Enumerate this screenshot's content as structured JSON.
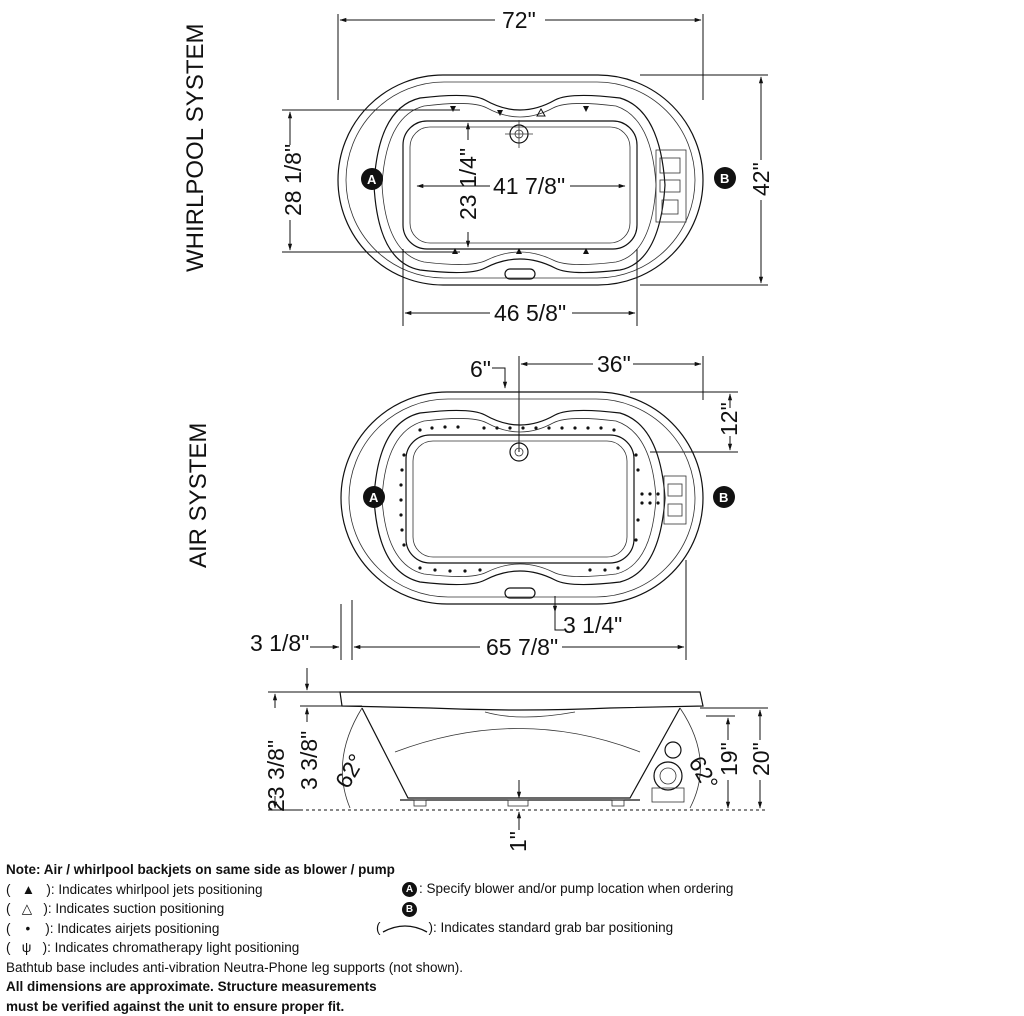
{
  "views": {
    "whirlpool": {
      "title": "WHIRLPOOL SYSTEM",
      "dims": {
        "overall_length": "72\"",
        "overall_width": "42\"",
        "inner_length": "41 7/8\"",
        "inner_width": "23 1/4\"",
        "rim_width": "28 1/8\"",
        "bottom_length": "46 5/8\""
      },
      "labels": {
        "a": "A",
        "b": "B"
      }
    },
    "air": {
      "title": "AIR SYSTEM",
      "dims": {
        "drain_offset": "6\"",
        "drain_to_end": "36\"",
        "drain_depth": "12\"",
        "deck_offset": "3 1/4\"",
        "ledge": "3 1/8\"",
        "base_length": "65 7/8\""
      },
      "labels": {
        "a": "A",
        "b": "B"
      }
    },
    "side": {
      "dims": {
        "total_height": "23 3/8\"",
        "rim_height": "3 3/8\"",
        "angle_left": "62°",
        "angle_right": "62°",
        "height_19": "19\"",
        "height_20": "20\"",
        "foot": "1\""
      }
    }
  },
  "notes": {
    "header": "Note: Air / whirlpool backjets on same side as blower / pump",
    "legend": [
      {
        "symbol": "▲",
        "text": ": Indicates whirlpool jets positioning"
      },
      {
        "symbol": "△",
        "text": ": Indicates suction positioning"
      },
      {
        "symbol": "•",
        "text": ": Indicates airjets positioning"
      },
      {
        "symbol": "ψ",
        "text": ": Indicates chromatherapy light positioning"
      }
    ],
    "a_label": "A",
    "b_label": "B",
    "blower_text": ": Specify blower and/or pump location when ordering",
    "grabbar_text": "): Indicates standard grab bar positioning",
    "base_text": "Bathtub base includes anti-vibration Neutra-Phone leg supports (not shown).",
    "approx_line1": "All dimensions are approximate. Structure measurements",
    "approx_line2": "must be verified against the unit to ensure proper fit."
  }
}
